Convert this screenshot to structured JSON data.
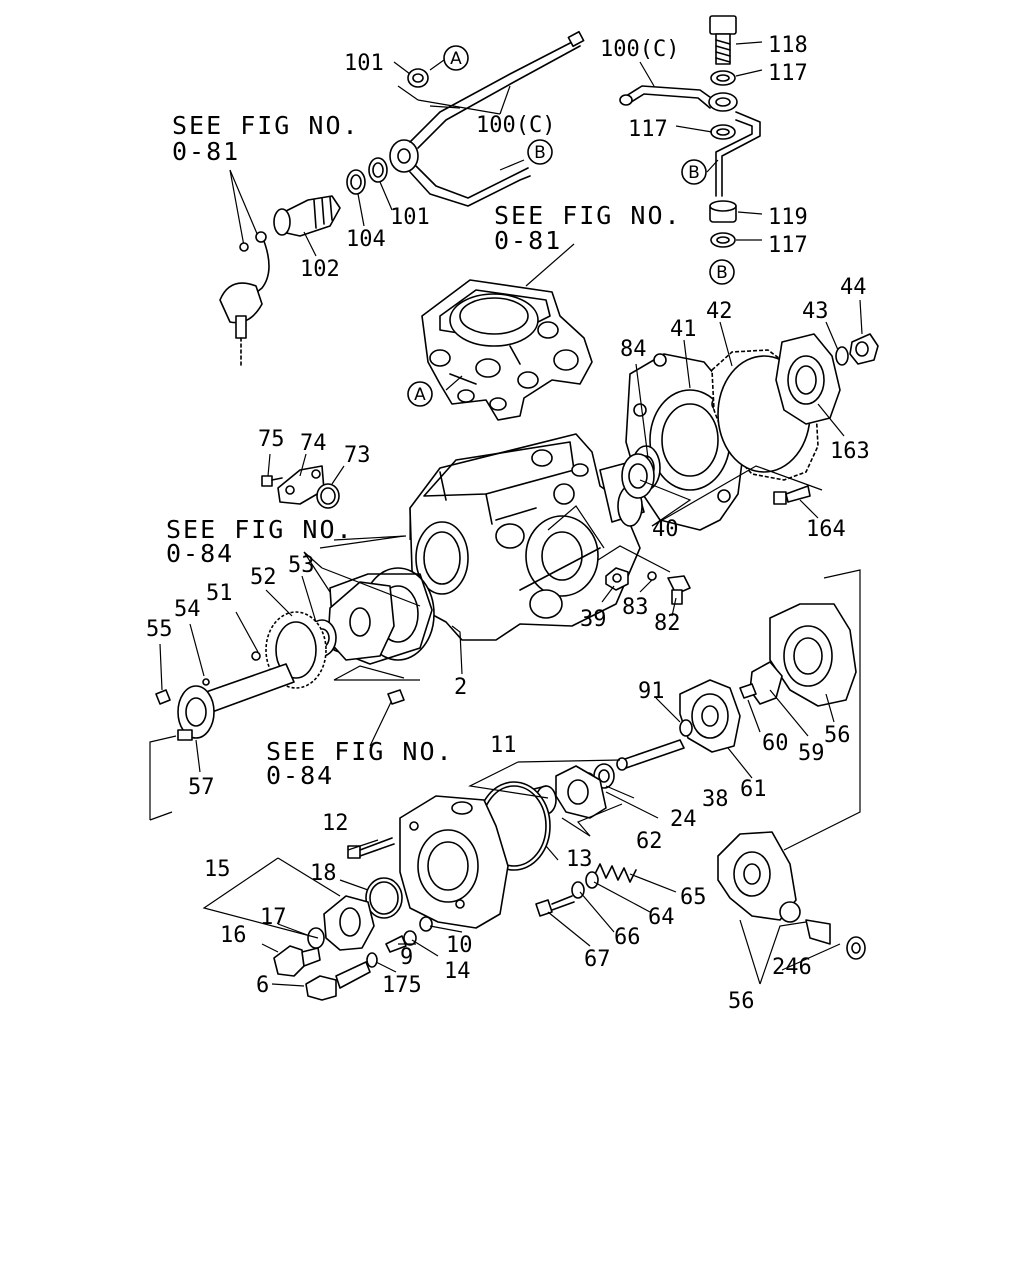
{
  "references": [
    {
      "line1": "SEE FIG NO.",
      "line2": "0-81"
    },
    {
      "line1": "SEE FIG NO.",
      "line2": "0-81"
    },
    {
      "line1": "SEE FIG NO.",
      "line2": "0-84"
    },
    {
      "line1": "SEE FIG NO.",
      "line2": "0-84"
    }
  ],
  "callouts": [
    "A",
    "A",
    "B",
    "B",
    "B"
  ],
  "part_numbers": [
    "101",
    "100(C)",
    "101",
    "104",
    "102",
    "100(C)",
    "118",
    "117",
    "117",
    "119",
    "117",
    "84",
    "41",
    "42",
    "43",
    "44",
    "163",
    "164",
    "40",
    "75",
    "74",
    "73",
    "52",
    "53",
    "51",
    "54",
    "55",
    "57",
    "39",
    "83",
    "82",
    "2",
    "91",
    "60",
    "59",
    "56",
    "61",
    "11",
    "12",
    "13",
    "24",
    "38",
    "62",
    "15",
    "18",
    "17",
    "16",
    "10",
    "9",
    "14",
    "6",
    "175",
    "65",
    "64",
    "66",
    "67",
    "246",
    "56"
  ]
}
